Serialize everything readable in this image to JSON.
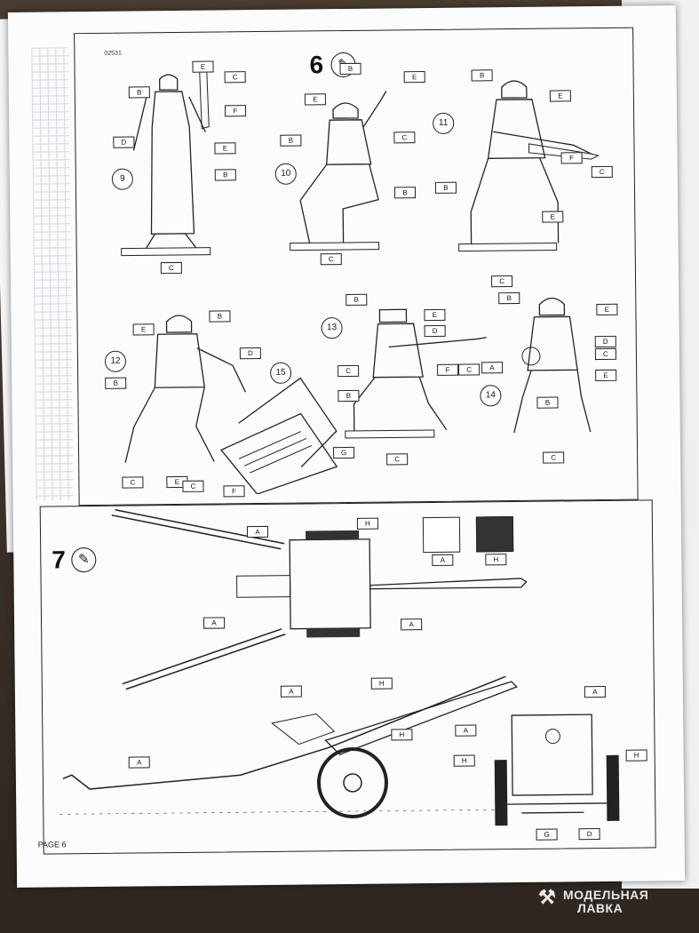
{
  "document": {
    "product_code": "02531",
    "page_label": "PAGE 6"
  },
  "step6": {
    "number": "6",
    "icon": "paint-brush-icon",
    "figures": [
      {
        "number": "9",
        "paint_tags": [
          "E",
          "C",
          "B",
          "F",
          "D",
          "E",
          "B",
          "C"
        ]
      },
      {
        "number": "10",
        "paint_tags": [
          "B",
          "E",
          "E",
          "B",
          "C",
          "B",
          "C"
        ]
      },
      {
        "number": "11",
        "paint_tags": [
          "B",
          "E",
          "F",
          "C",
          "B",
          "E",
          "C"
        ]
      },
      {
        "number": "12",
        "paint_tags": [
          "B",
          "E",
          "D",
          "B",
          "C",
          "E"
        ]
      },
      {
        "number": "13",
        "paint_tags": [
          "B",
          "E",
          "D",
          "C",
          "F",
          "C",
          "B",
          "C"
        ]
      },
      {
        "number": "14",
        "paint_tags": [
          "B",
          "E",
          "D",
          "C",
          "A",
          "E",
          "B",
          "C"
        ]
      },
      {
        "number": "15",
        "paint_tags": [
          "G",
          "C",
          "F"
        ]
      }
    ]
  },
  "step7": {
    "number": "7",
    "icon": "paint-brush-icon",
    "swatches": [
      {
        "letter": "A",
        "color": "#ffffff"
      },
      {
        "letter": "H",
        "color": "#333333"
      }
    ],
    "tags_top_view": [
      "H",
      "A",
      "A",
      "A",
      "H"
    ],
    "tags_side_view": [
      "A",
      "H",
      "A"
    ],
    "tags_rear_view": [
      "A",
      "A",
      "H",
      "H",
      "G",
      "D"
    ]
  },
  "watermark": {
    "line1": "МОДЕЛЬНАЯ",
    "line2": "ЛАВКА"
  }
}
